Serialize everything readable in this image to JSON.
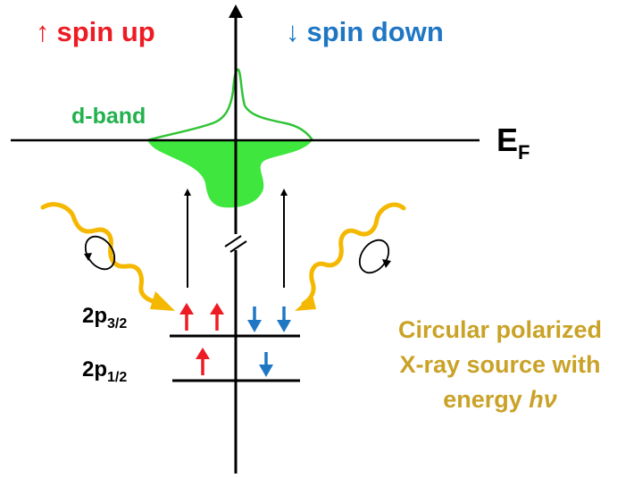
{
  "legend": {
    "up_arrow": "↑",
    "up_text": "spin up",
    "down_arrow": "↓",
    "down_text": "spin down"
  },
  "labels": {
    "d_band": "d-band",
    "fermi_main": "E",
    "fermi_sub": "F",
    "level1_main": "2p",
    "level1_sub": "3/2",
    "level2_main": "2p",
    "level2_sub": "1/2",
    "source_line1": "Circular polarized",
    "source_line2": "X-ray source with",
    "source_line3_prefix": "energy ",
    "source_hv": "hν"
  },
  "colors": {
    "spin_up": "#ed1c24",
    "spin_down": "#1f77c4",
    "d_band": "#22b14c",
    "d_band_fill": "#3ee63e",
    "xray": "#f5b800",
    "source_text": "#c9a227",
    "axis": "#000000"
  },
  "icons": [
    "spin-up-arrow-icon",
    "spin-down-arrow-icon",
    "wavy-xray-icon",
    "circular-polarization-icon",
    "axis-break-icon"
  ]
}
